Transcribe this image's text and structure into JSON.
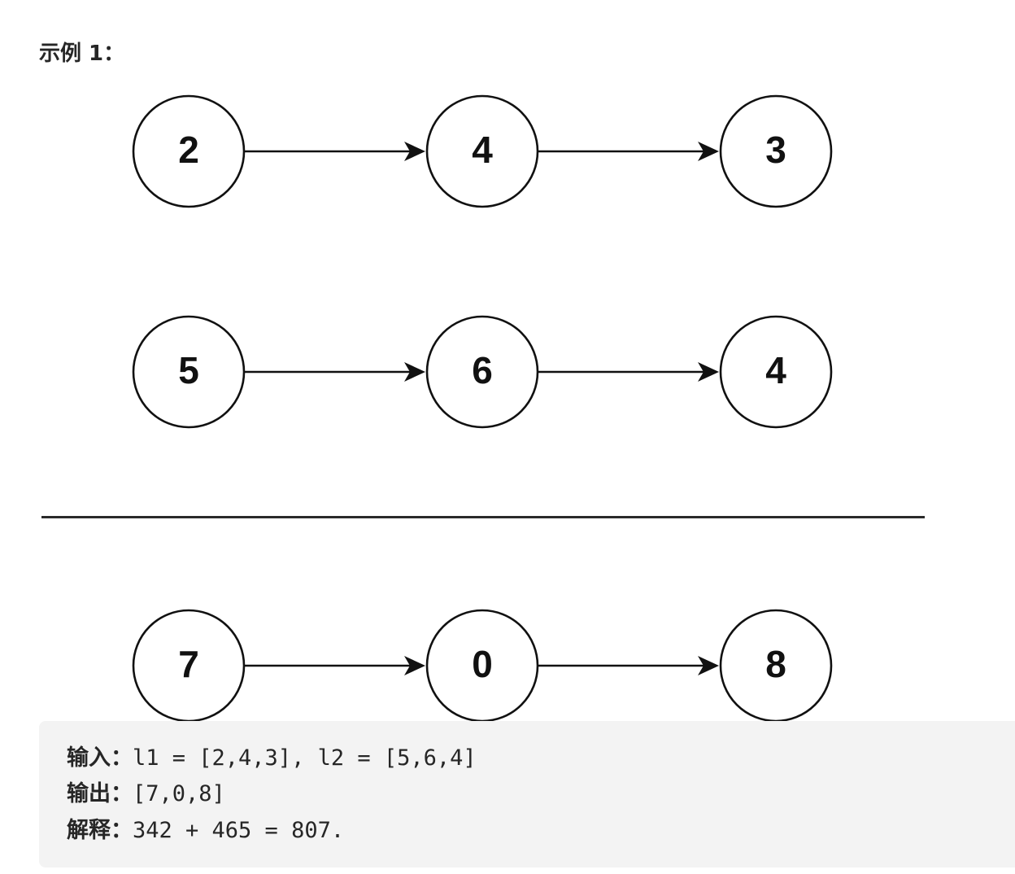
{
  "example": {
    "title": "示例 1："
  },
  "diagram": {
    "lists": [
      {
        "values": [
          "2",
          "4",
          "3"
        ]
      },
      {
        "values": [
          "5",
          "6",
          "4"
        ]
      },
      {
        "values": [
          "7",
          "0",
          "8"
        ]
      }
    ]
  },
  "code": {
    "input_label": "输入：",
    "input_value": "l1 = [2,4,3], l2 = [5,6,4]",
    "output_label": "输出：",
    "output_value": "[7,0,8]",
    "explain_label": "解释：",
    "explain_value": "342 + 465 = 807."
  }
}
